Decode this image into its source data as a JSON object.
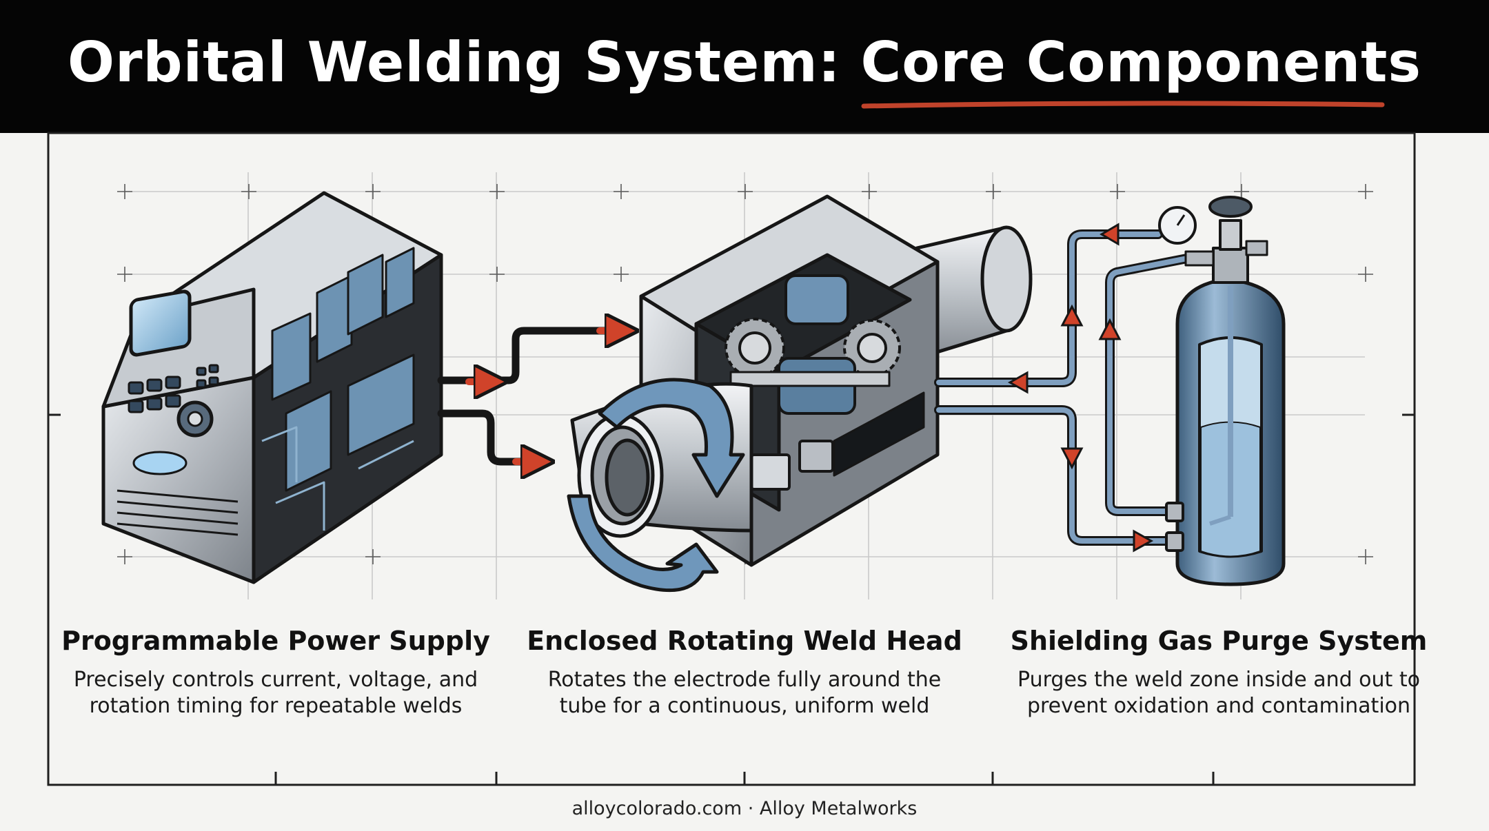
{
  "header": {
    "title_part1": "Orbital Welding System: ",
    "title_part2": "Core Components",
    "underline_color": "#c0432b",
    "background": "#050505"
  },
  "colors": {
    "arrow_red": "#d0432a",
    "pipe_blue": "#7f9fbf",
    "steel": "#b9bec4",
    "outline": "#161616"
  },
  "components": [
    {
      "title": "Programmable Power Supply",
      "desc_line1": "Precisely controls current, voltage, and",
      "desc_line2": "rotation timing for repeatable welds",
      "icon": "power-supply-icon"
    },
    {
      "title": "Enclosed Rotating Weld Head",
      "desc_line1": "Rotates the electrode fully around the",
      "desc_line2": "tube for a continuous, uniform weld",
      "icon": "weld-head-icon"
    },
    {
      "title": "Shielding Gas Purge System",
      "desc_line1": "Purges the weld zone inside and out to",
      "desc_line2": "prevent oxidation and contamination",
      "icon": "gas-cylinder-icon"
    }
  ],
  "footer": "alloycolorado.com · Alloy Metalworks"
}
